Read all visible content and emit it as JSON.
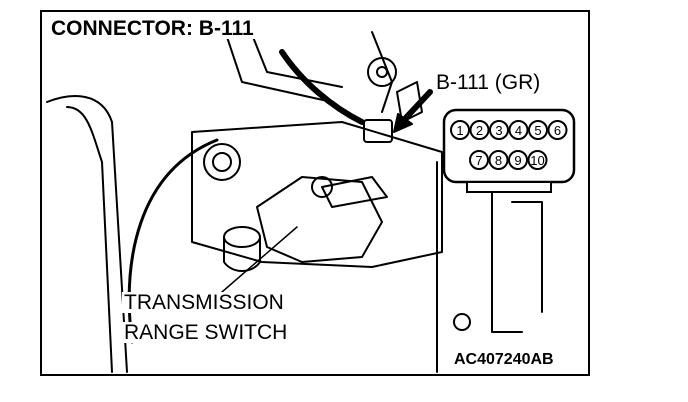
{
  "diagram": {
    "title": "CONNECTOR: B-111",
    "connector_label": "B-111 (GR)",
    "component_label_line1": "TRANSMISSION",
    "component_label_line2": "RANGE SWITCH",
    "figure_id": "AC407240AB",
    "pins_top": [
      "1",
      "2",
      "3",
      "4",
      "5",
      "6"
    ],
    "pins_bottom": [
      "7",
      "8",
      "9",
      "10"
    ],
    "colors": {
      "ink": "#000000",
      "paper": "#ffffff"
    }
  }
}
